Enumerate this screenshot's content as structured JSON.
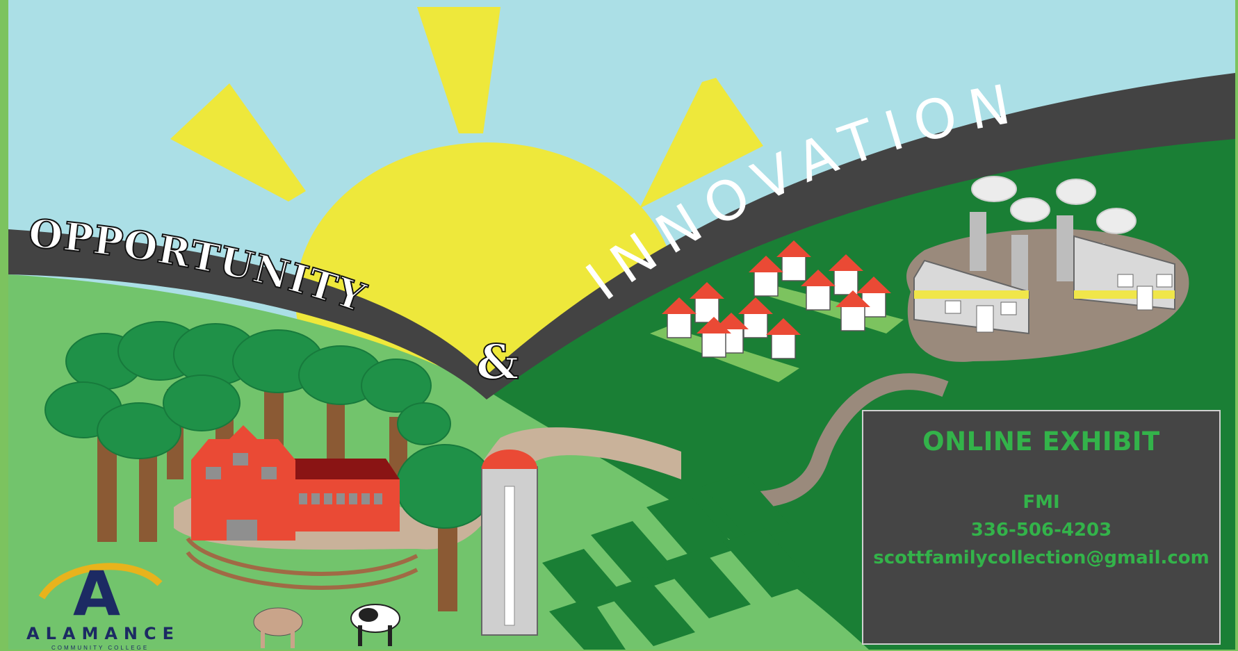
{
  "title": {
    "word1": "OPPORTUNITY",
    "ampersand": "&",
    "word2": "INNOVATION"
  },
  "info": {
    "heading": "ONLINE EXHIBIT",
    "fmi_label": "FMI",
    "phone": "336-506-4203",
    "email": "scottfamilycollection@gmail.com"
  },
  "logo": {
    "letter": "A",
    "name": "ALAMANCE",
    "subtitle": "COMMUNITY COLLEGE"
  },
  "colors": {
    "sky": "#abdfe6",
    "sun": "#eee83b",
    "road": "#434343",
    "grass_light": "#72c46c",
    "grass_dark": "#1a7f35",
    "tree": "#1f9148",
    "barn_red": "#ea4a35",
    "path": "#c9b29a",
    "info_text": "#33b34a"
  }
}
